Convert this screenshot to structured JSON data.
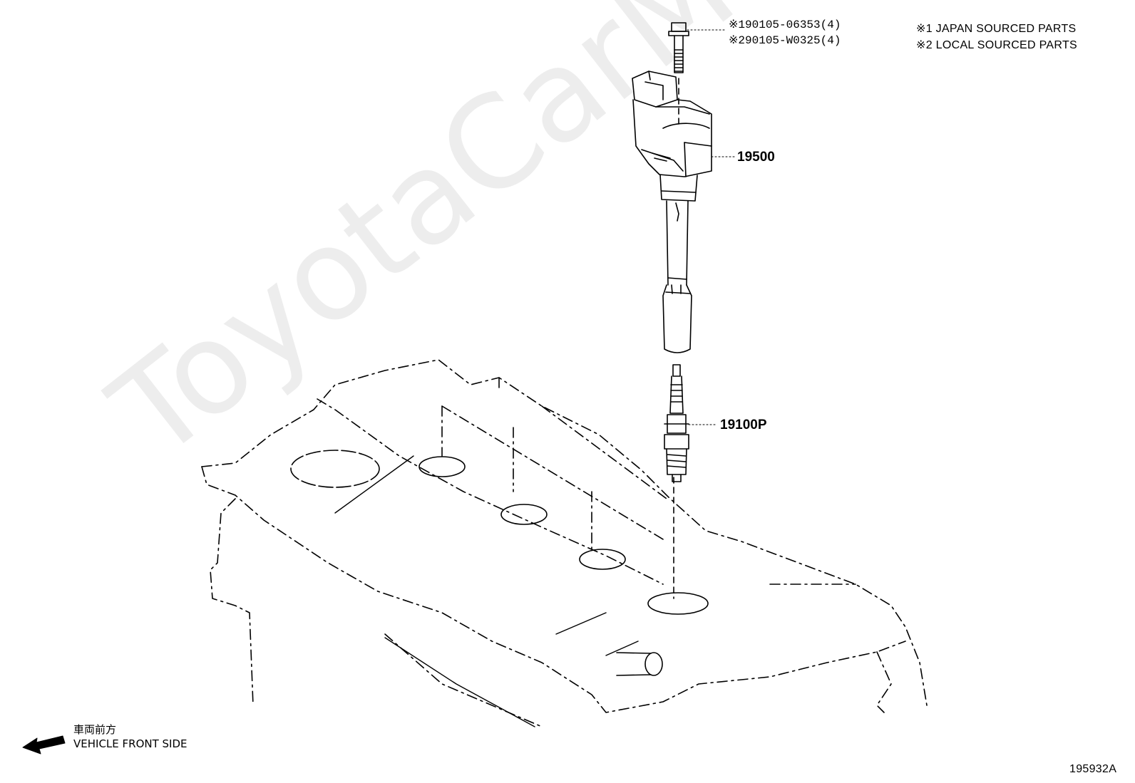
{
  "bolt_callout": {
    "line1_mark": "※1",
    "line1_part": "90105-06353(4)",
    "line2_mark": "※2",
    "line2_part": "90105-W0325(4)"
  },
  "legend": {
    "note1": "※1 JAPAN SOURCED PARTS",
    "note2": "※2 LOCAL SOURCED PARTS"
  },
  "parts": {
    "ignition_coil": "19500",
    "spark_plug": "19100P"
  },
  "direction": {
    "japanese": "車両前方",
    "english": "VEHICLE FRONT SIDE",
    "icon": "left-arrow-icon"
  },
  "illustration_id": "195932A",
  "watermark": "ToyotaCarMine.ru"
}
